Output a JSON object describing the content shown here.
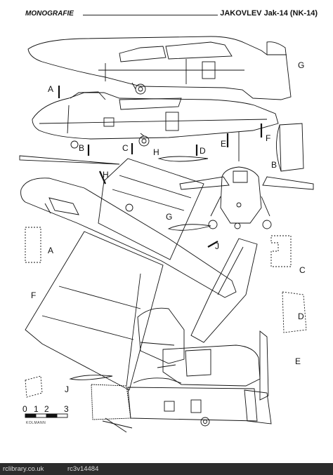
{
  "header": {
    "left_title": "MONOGRAFIE",
    "right_title": "JAKOVLEV Jak-14 (NK-14)"
  },
  "labels": {
    "A": "A",
    "B": "B",
    "C": "C",
    "D": "D",
    "E": "E",
    "F": "F",
    "G": "G",
    "H": "H",
    "J": "J"
  },
  "scale": {
    "ticks": [
      "0",
      "1",
      "2",
      "3"
    ],
    "maker": "KOLMANN"
  },
  "footer": {
    "site": "rclibrary.co.uk",
    "code": "rc3v14484"
  }
}
